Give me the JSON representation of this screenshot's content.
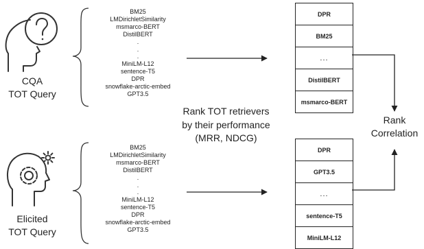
{
  "queries": [
    {
      "label_line1": "CQA",
      "label_line2": "TOT Query",
      "icon": "head-question-icon",
      "retrievers": [
        "BM25",
        "LMDirichletSimilarity",
        "msmarco-BERT",
        "DistilBERT",
        ".",
        ".",
        ".",
        "MiniLM-L12",
        "sentence-T5",
        "DPR",
        "snowflake-arctic-embed",
        "GPT3.5"
      ],
      "ranking": [
        "DPR",
        "BM25",
        "...",
        "DistilBERT",
        "msmarco-BERT"
      ]
    },
    {
      "label_line1": "Elicited",
      "label_line2": "TOT Query",
      "icon": "head-gears-icon",
      "retrievers": [
        "BM25",
        "LMDirichletSimilarity",
        "msmarco-BERT",
        "DistilBERT",
        ".",
        ".",
        ".",
        "MiniLM-L12",
        "sentence-T5",
        "DPR",
        "snowflake-arctic-embed",
        "GPT3.5"
      ],
      "ranking": [
        "DPR",
        "GPT3.5",
        "...",
        "sentence-T5",
        "MiniLM-L12"
      ]
    }
  ],
  "middle_text": [
    "Rank TOT retrievers",
    "by their performance",
    "(MRR, NDCG)"
  ],
  "correlation_text": [
    "Rank",
    "Correlation"
  ]
}
